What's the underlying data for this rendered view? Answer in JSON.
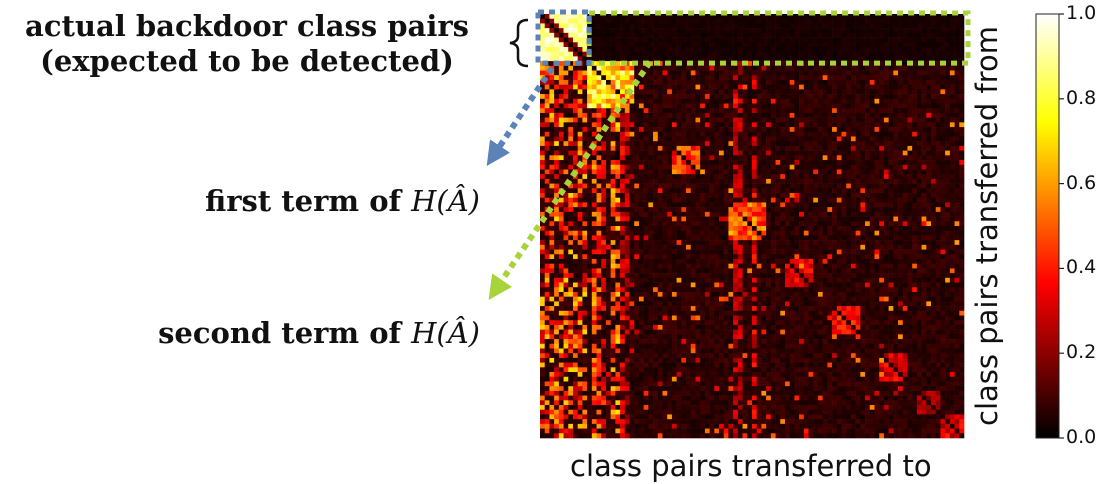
{
  "annotations": {
    "backdoor_line1": "actual backdoor class pairs",
    "backdoor_line2": "(expected to be detected)",
    "first_term_prefix": "first term of ",
    "second_term_prefix": "second term of ",
    "term_math": "H(Â)"
  },
  "chart_data": {
    "type": "heatmap",
    "title": "",
    "xlabel": "class pairs transferred to",
    "ylabel": "class pairs transferred from",
    "grid": false,
    "n_rows": 90,
    "n_cols": 90,
    "colormap": "hot",
    "vmin": 0.0,
    "vmax": 1.0,
    "colorbar": {
      "ticks": [
        0.0,
        0.2,
        0.4,
        0.6,
        0.8,
        1.0
      ],
      "tick_labels": [
        "0.0",
        "0.2",
        "0.4",
        "0.6",
        "0.8",
        "1.0"
      ],
      "placement": "right"
    },
    "backdoor_pairs": 10,
    "diagonal_blocks": [
      {
        "start": 0,
        "size": 10,
        "level": 0.9
      },
      {
        "start": 10,
        "size": 10,
        "level": 0.75
      },
      {
        "start": 28,
        "size": 6,
        "level": 0.5
      },
      {
        "start": 40,
        "size": 8,
        "level": 0.55
      },
      {
        "start": 52,
        "size": 6,
        "level": 0.35
      },
      {
        "start": 62,
        "size": 6,
        "level": 0.4
      },
      {
        "start": 72,
        "size": 6,
        "level": 0.35
      },
      {
        "start": 80,
        "size": 5,
        "level": 0.25
      },
      {
        "start": 85,
        "size": 5,
        "level": 0.35
      }
    ],
    "highlighted_regions": [
      {
        "name": "first term of H(Â)",
        "color": "#5b83b8",
        "rows": [
          0,
          10
        ],
        "cols": [
          0,
          10
        ]
      },
      {
        "name": "second term of H(Â)",
        "color": "#a7d43a",
        "rows": [
          0,
          10
        ],
        "cols": [
          10,
          90
        ]
      }
    ]
  }
}
